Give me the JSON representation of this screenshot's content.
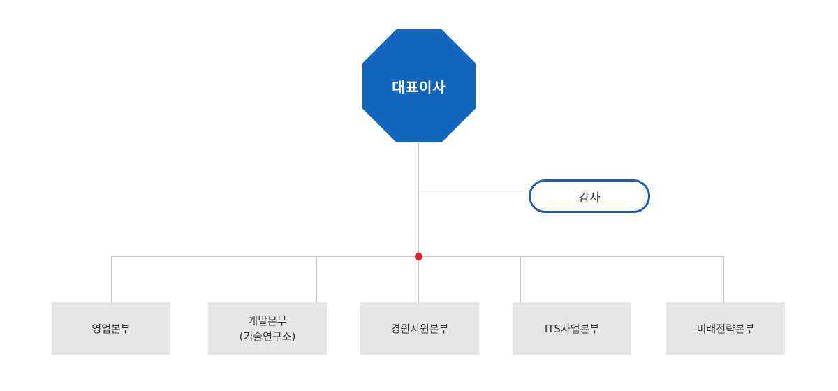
{
  "chart": {
    "ceo_label": "대표이사",
    "audit_label": "감사",
    "divisions": [
      {
        "label": "영업본부"
      },
      {
        "label": "개발본부\n(기술연구소)"
      },
      {
        "label": "경원지원본부"
      },
      {
        "label": "ITS사업본부"
      },
      {
        "label": "미래전략본부"
      }
    ]
  },
  "colors": {
    "ceo_fill": "#1466bd",
    "audit_border": "#1a5fb0",
    "hub_dot": "#e02020",
    "division_fill": "#e6e6e6",
    "connector": "#c8c8c8"
  }
}
